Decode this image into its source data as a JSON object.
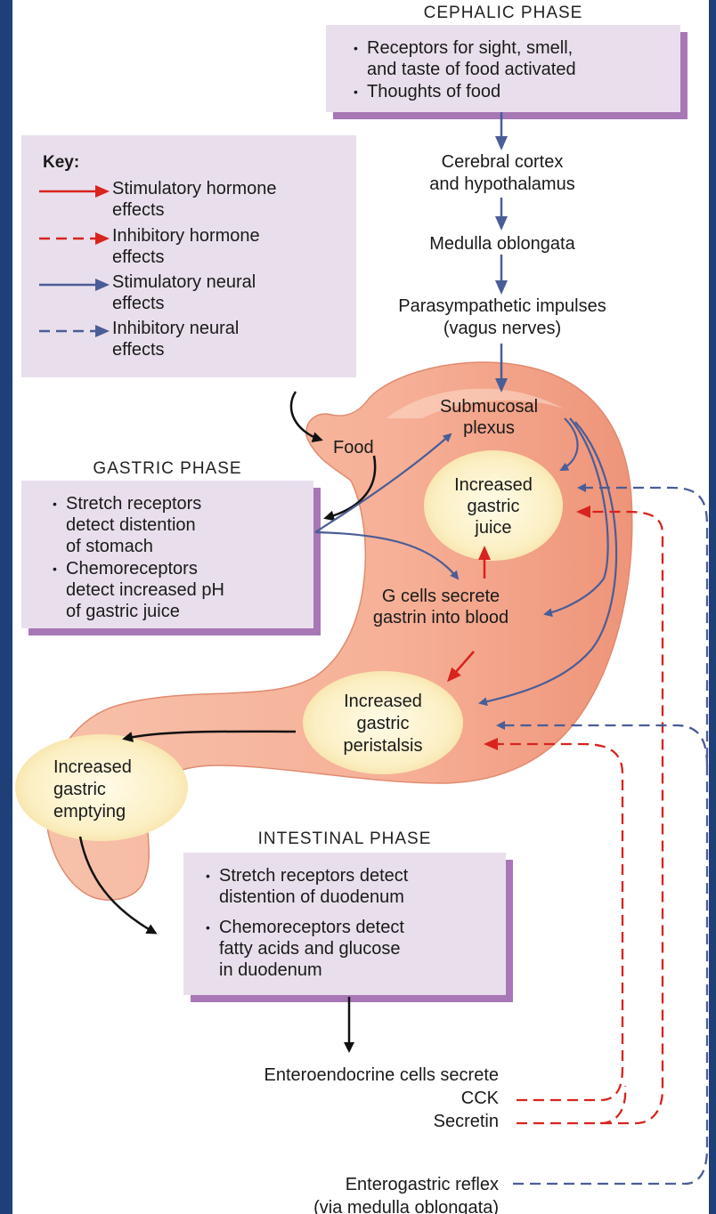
{
  "cephalic": {
    "title": "CEPHALIC PHASE",
    "bullets": [
      "Receptors for sight, smell,\nand taste of food activated",
      "Thoughts of food"
    ]
  },
  "chain": {
    "cortex": "Cerebral cortex\nand hypothalamus",
    "medulla": "Medulla oblongata",
    "parasympathetic": "Parasympathetic impulses\n(vagus nerves)"
  },
  "key": {
    "title": "Key:",
    "items": [
      {
        "label": "Stimulatory hormone\neffects",
        "color": "#d8231e",
        "style": "solid"
      },
      {
        "label": "Inhibitory hormone\neffects",
        "color": "#d8231e",
        "style": "dashed"
      },
      {
        "label": "Stimulatory neural\neffects",
        "color": "#4a5d96",
        "style": "solid"
      },
      {
        "label": "Inhibitory neural\neffects",
        "color": "#4a5d96",
        "style": "dashed"
      }
    ]
  },
  "stomach": {
    "food": "Food",
    "submucosal": "Submucosal\nplexus",
    "gastric_juice": "Increased\ngastric\njuice",
    "g_cells": "G cells secrete\ngastrin into blood",
    "peristalsis": "Increased\ngastric\nperistalsis",
    "emptying": "Increased\ngastric\nemptying"
  },
  "gastric": {
    "title": "GASTRIC PHASE",
    "bullets": [
      "Stretch receptors\ndetect distention\nof stomach",
      "Chemoreceptors\ndetect increased pH\nof gastric juice"
    ]
  },
  "intestinal": {
    "title": "INTESTINAL PHASE",
    "bullets": [
      "Stretch receptors detect\ndistention of duodenum",
      "Chemoreceptors detect\nfatty acids and glucose\nin duodenum"
    ]
  },
  "hormones": {
    "enteroendocrine": "Enteroendocrine cells secrete",
    "cck": "CCK",
    "secretin": "Secretin"
  },
  "reflex": {
    "text": "Enterogastric reflex\n(via medulla oblongata)"
  },
  "colors": {
    "background_border": "#1e3f78",
    "box_fill": "#e9dfec",
    "box_shadow": "#a777b6",
    "stimulatory_hormone": "#d8231e",
    "neural": "#4a5d96",
    "stomach_fill": "#f6b49c",
    "ellipse_fill": "#fbefc3"
  },
  "bullet_glyph": "•"
}
